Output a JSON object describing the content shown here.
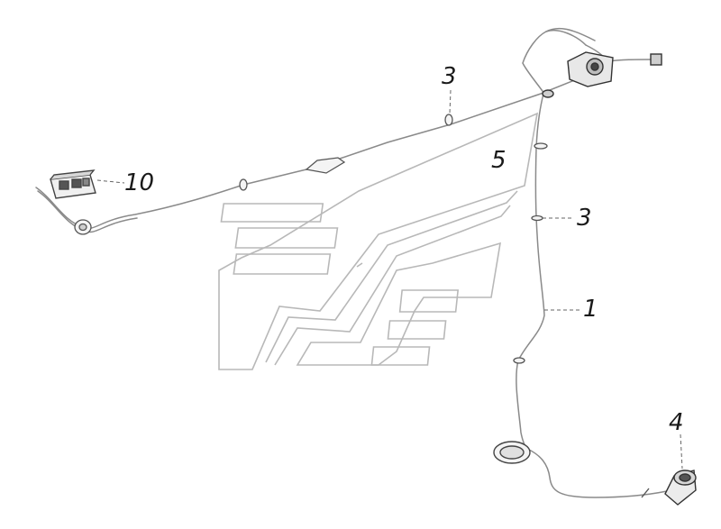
{
  "diagram": {
    "callouts": [
      {
        "id": "c3a",
        "label": "3"
      },
      {
        "id": "c5",
        "label": "5"
      },
      {
        "id": "c10",
        "label": "10"
      },
      {
        "id": "c3b",
        "label": "3"
      },
      {
        "id": "c1",
        "label": "1"
      },
      {
        "id": "c4",
        "label": "4"
      }
    ],
    "colors": {
      "line": "#8a8a8a",
      "panel_outline": "#b8b8b8",
      "label": "#1a1a1a"
    }
  }
}
